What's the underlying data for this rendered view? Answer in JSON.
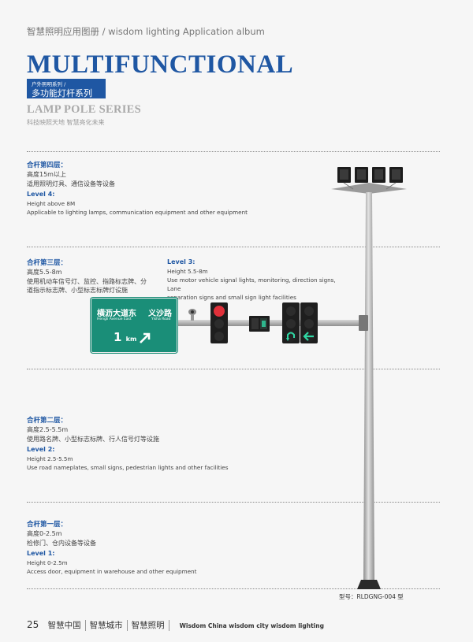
{
  "header": {
    "album": "智慧照明应用图册 / wisdom lighting Application album",
    "title": "MULTIFUNCTIONAL",
    "badge_line1": "户外照明系列 /",
    "badge_line2": "多功能灯杆系列",
    "subtitle": "LAMP POLE SERIES",
    "slogan": "科技映照天地   智慧亮化未来"
  },
  "layers": [
    {
      "zh_title": "合杆第四层：",
      "zh_lines": [
        "高度15m以上",
        "适用照明灯具、通信设备等设备"
      ],
      "en_title": "Level 4:",
      "en_lines": [
        "Height above 8M",
        "Applicable to lighting lamps, communication equipment and other equipment"
      ]
    },
    {
      "zh_title": "合杆第三层：",
      "zh_lines": [
        "高度5.5-8m",
        "使用机动车信号灯、监控、指路标志牌、分",
        "道指示标志牌、小型标志标牌灯设施"
      ],
      "en_title": "Level 3:",
      "en_lines": [
        "Height 5.5-8m",
        "Use motor vehicle signal lights, monitoring, direction signs, Lane",
        "separation signs and small sign light facilities"
      ]
    },
    {
      "zh_title": "合杆第二层：",
      "zh_lines": [
        "高度2.5-5.5m",
        "使用路名牌、小型标志标牌、行人信号灯等设施"
      ],
      "en_title": "Level 2:",
      "en_lines": [
        "Height 2.5-5.5m",
        "Use road nameplates, small signs, pedestrian lights and other facilities"
      ]
    },
    {
      "zh_title": "合杆第一层：",
      "zh_lines": [
        "高度0-2.5m",
        "检修门、仓内设备等设备"
      ],
      "en_title": "Level 1:",
      "en_lines": [
        "Height 0-2.5m",
        "Access door, equipment in warehouse and other equipment"
      ]
    }
  ],
  "road_sign": {
    "road_a": "横沥大道东",
    "road_a_pinyin": "Hengli Avenue East",
    "road_b": "义沙路",
    "road_b_pinyin": "Yisha Road",
    "distance": "1",
    "unit": "km"
  },
  "model": "型号：RLDGNG-004 型",
  "footer": {
    "page_number": "25",
    "nav": [
      "智慧中国",
      "智慧城市",
      "智慧照明"
    ],
    "slogan_en": "Wisdom China  wisdom city  wisdom lighting"
  },
  "colors": {
    "brand_blue": "#1f57a3",
    "sign_green": "#1a8e78",
    "signal_red": "#e0303a",
    "signal_green": "#2fd7a4",
    "pole_gray": "#b5b5b5"
  },
  "icons": [
    "arrow-up-right-icon",
    "arrow-left-icon",
    "u-turn-icon",
    "camera-icon"
  ]
}
